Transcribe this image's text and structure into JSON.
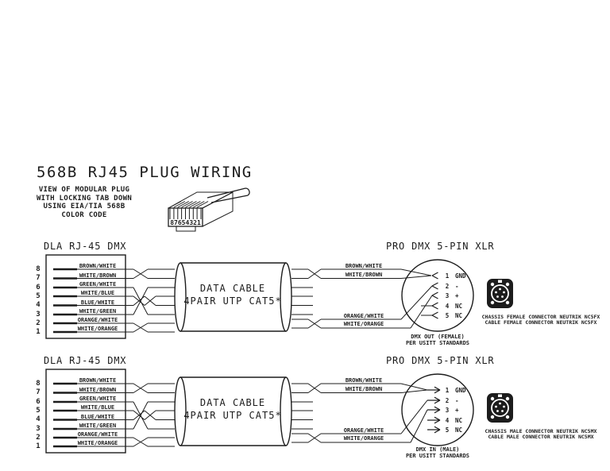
{
  "header": {
    "title": "568B RJ45 PLUG WIRING",
    "subtitle_lines": [
      "VIEW OF MODULAR PLUG",
      "WITH LOCKING TAB DOWN",
      "USING EIA/TIA 568B",
      "COLOR CODE"
    ],
    "plug_pin_digits": "87654321"
  },
  "shared": {
    "rj45_title": "DLA RJ-45 DMX",
    "xlr_title": "PRO DMX 5-PIN XLR",
    "pin_numbers": [
      "8",
      "7",
      "6",
      "5",
      "4",
      "3",
      "2",
      "1"
    ],
    "wire_labels": [
      "BROWN/WHITE",
      "WHITE/BROWN",
      "GREEN/WHITE",
      "WHITE/BLUE",
      "BLUE/WHITE",
      "WHITE/GREEN",
      "ORANGE/WHITE",
      "WHITE/ORANGE"
    ],
    "cable_line1": "DATA CABLE",
    "cable_line2": "4PAIR UTP CAT5*",
    "right_pair_top": [
      "BROWN/WHITE",
      "WHITE/BROWN"
    ],
    "right_pair_bottom": [
      "ORANGE/WHITE",
      "WHITE/ORANGE"
    ],
    "xlr_pins": [
      {
        "num": "1",
        "fn": "GND"
      },
      {
        "num": "2",
        "fn": "-"
      },
      {
        "num": "3",
        "fn": "+"
      },
      {
        "num": "4",
        "fn": "NC"
      },
      {
        "num": "5",
        "fn": "NC"
      }
    ]
  },
  "sections": [
    {
      "caption_line1": "DMX OUT (FEMALE)",
      "caption_line2": "PER USITT STANDARDS",
      "note_line1": "CHASSIS FEMALE CONNECTOR NEUTRIK NC5FX",
      "note_line2": "CABLE FEMALE CONNECTOR NEUTRIK NC5FX"
    },
    {
      "caption_line1": "DMX IN (MALE)",
      "caption_line2": "PER USITT STANDARDS",
      "note_line1": "CHASSIS MALE CONNECTOR NEUTRIK NC5MX",
      "note_line2": "CABLE MALE CONNECTOR NEUTRIK NC5MX"
    }
  ],
  "colors": {
    "ink": "#1c1c1c",
    "background": "#ffffff"
  }
}
